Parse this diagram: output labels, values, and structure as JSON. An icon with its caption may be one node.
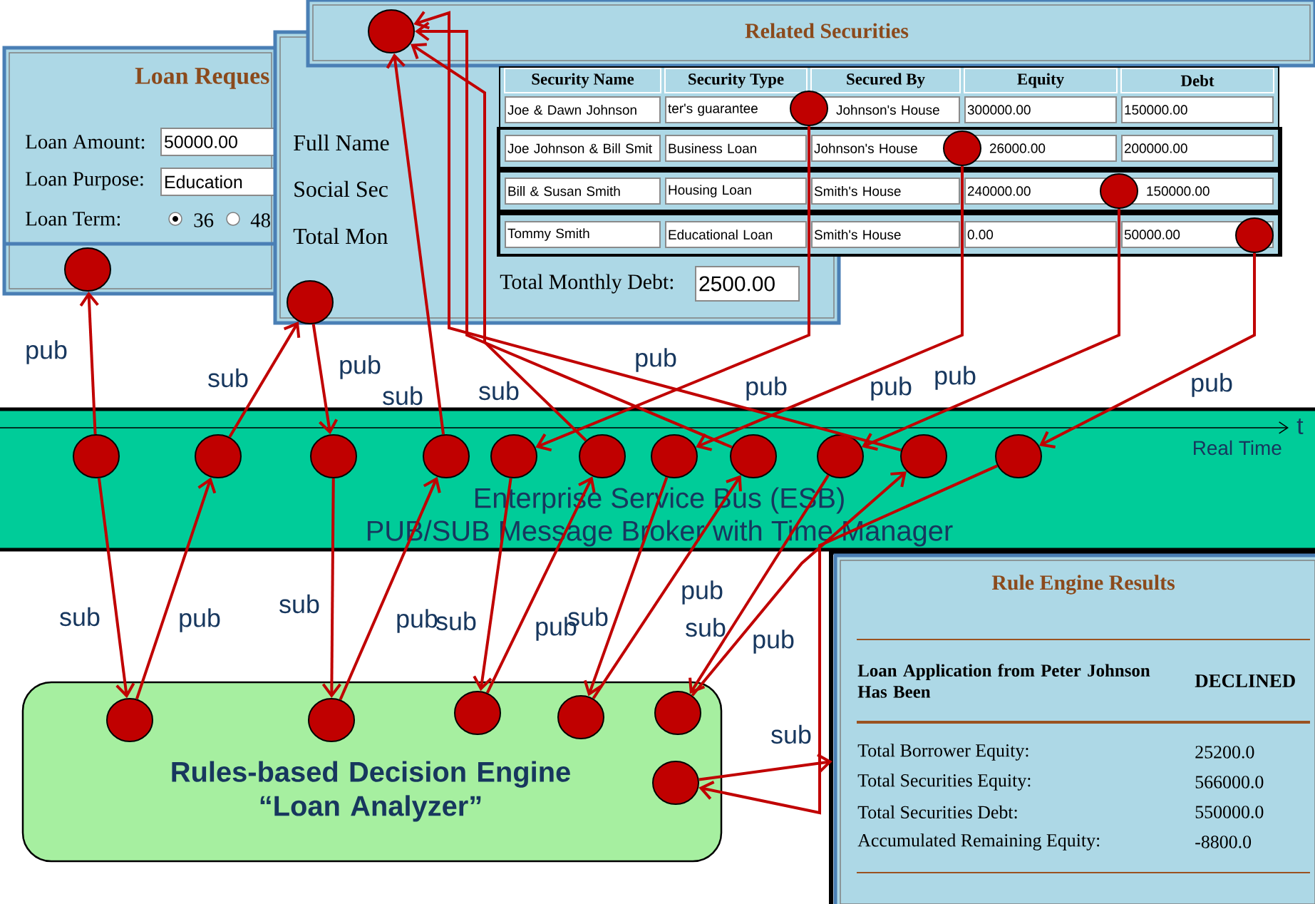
{
  "diagram": {
    "nodes": [
      {
        "text": [
          "Loan Reques",
          "Loan Amount:",
          "Loan Purpose:",
          "Loan Term:",
          "36",
          "48"
        ]
      },
      {
        "text": [
          "50000.00"
        ],
        "in": 0
      },
      {
        "text": [
          "Education"
        ],
        "in": 0
      },
      {
        "text": [],
        "shape": "circle",
        "in": 0
      },
      {
        "text": [
          "Full Name",
          "Social Sec",
          "Total Mon",
          "Total Monthly Debt:"
        ]
      },
      {
        "text": [
          "2500.00"
        ],
        "in": 4
      },
      {
        "text": [],
        "shape": "circle",
        "in": 4
      },
      {
        "text": [
          "Related Securities"
        ]
      },
      {
        "text": [],
        "shape": "circle",
        "in": 7
      },
      {
        "text": [
          "Security Name",
          "Security Type",
          "Secured By",
          "Equity",
          "Debt",
          "Joe & Dawn Johnson",
          "ter's guarantee",
          "Johnson's House",
          "300000.00",
          "150000.00",
          "Joe Johnson & Bill Smit",
          "Business Loan",
          "Johnson's House",
          "26000.00",
          "200000.00",
          "Bill & Susan Smith",
          "Housing Loan",
          "Smith's House",
          "240000.00",
          "150000.00",
          "Tommy Smith",
          "Educational Loan",
          "Smith's House",
          "0.00",
          "50000.00"
        ]
      },
      {
        "text": [],
        "shape": "circle"
      },
      {
        "text": [],
        "shape": "circle",
        "in": 9
      },
      {
        "text": [],
        "shape": "circle",
        "in": 9
      },
      {
        "text": [],
        "shape": "circle",
        "in": 9
      },
      {
        "text": [
          "Enterprise Service Bus (ESB)",
          "PUB/SUB Message Broker with Time Manager"
        ]
      },
      {
        "text": [],
        "shape": "circle",
        "in": 14
      },
      {
        "text": [],
        "shape": "circle",
        "in": 14
      },
      {
        "text": [],
        "shape": "circle",
        "in": 14
      },
      {
        "text": [],
        "shape": "circle",
        "in": 14
      },
      {
        "text": [],
        "shape": "circle",
        "in": 14
      },
      {
        "text": [],
        "shape": "circle",
        "in": 14
      },
      {
        "text": [],
        "shape": "circle",
        "in": 14
      },
      {
        "text": [],
        "shape": "circle",
        "in": 14
      },
      {
        "text": [],
        "shape": "circle",
        "in": 14
      },
      {
        "text": [],
        "shape": "circle",
        "in": 14
      },
      {
        "text": [],
        "shape": "circle",
        "in": 14
      },
      {
        "text": [
          "Rules-based Decision Engine “Loan Analyzer”"
        ]
      },
      {
        "text": [],
        "shape": "circle",
        "in": 26
      },
      {
        "text": [],
        "shape": "circle",
        "in": 26
      },
      {
        "text": [],
        "shape": "circle",
        "in": 26
      },
      {
        "text": [],
        "shape": "circle",
        "in": 26
      },
      {
        "text": [],
        "shape": "circle",
        "in": 26
      },
      {
        "text": [],
        "shape": "circle",
        "in": 26
      },
      {
        "text": [
          "Rule Engine Results",
          "Loan Application from Peter Johnson Has Been",
          "DECLINED",
          "Total Borrower Equity:",
          "25200.0",
          "Total Securities Equity:",
          "566000.0",
          "Total Securities Debt:",
          "550000.0",
          "Accumulated Remaining Equity:",
          "-8800.0"
        ]
      }
    ],
    "edges": [
      {
        "from": 15,
        "to": 3,
        "arrow": "to",
        "label": "pub"
      },
      {
        "from": 16,
        "to": 6,
        "arrow": "to",
        "label": "sub"
      },
      {
        "from": 6,
        "to": 17,
        "arrow": "to",
        "label": "pub"
      },
      {
        "from": 18,
        "to": 8,
        "arrow": "to",
        "label": "sub"
      },
      {
        "from": 10,
        "to": 19,
        "arrow": "to",
        "label": "pub"
      },
      {
        "from": 20,
        "to": 8,
        "arrow": "to",
        "label": "sub"
      },
      {
        "from": 11,
        "to": 21,
        "arrow": "to",
        "label": "pub"
      },
      {
        "from": 22,
        "to": 8,
        "arrow": "to"
      },
      {
        "from": 12,
        "to": 23,
        "arrow": "to",
        "label": "pub"
      },
      {
        "from": 24,
        "to": 8,
        "arrow": "to"
      },
      {
        "from": 13,
        "to": 25,
        "arrow": "to",
        "label": "pub"
      },
      {
        "from": 15,
        "to": 27,
        "arrow": "to",
        "label": "sub"
      },
      {
        "from": 27,
        "to": 16,
        "arrow": "to",
        "label": "pub"
      },
      {
        "from": 17,
        "to": 28,
        "arrow": "to",
        "label": "sub"
      },
      {
        "from": 28,
        "to": 18,
        "arrow": "to",
        "label": "pub"
      },
      {
        "from": 19,
        "to": 29,
        "arrow": "to",
        "label": "sub"
      },
      {
        "from": 29,
        "to": 20,
        "arrow": "to",
        "label": "pub"
      },
      {
        "from": 21,
        "to": 30,
        "arrow": "to",
        "label": "sub"
      },
      {
        "from": 30,
        "to": 22,
        "arrow": "to",
        "label": "pub"
      },
      {
        "from": 23,
        "to": 31,
        "arrow": "to",
        "label": "sub"
      },
      {
        "from": 31,
        "to": 24,
        "arrow": "to",
        "label": "pub"
      },
      {
        "from": 25,
        "to": 32,
        "arrow": "to",
        "label": "sub"
      },
      {
        "from": 32,
        "to": 33,
        "arrow": "to"
      }
    ],
    "labels": [
      "pub",
      "t",
      "Real Time"
    ]
  }
}
